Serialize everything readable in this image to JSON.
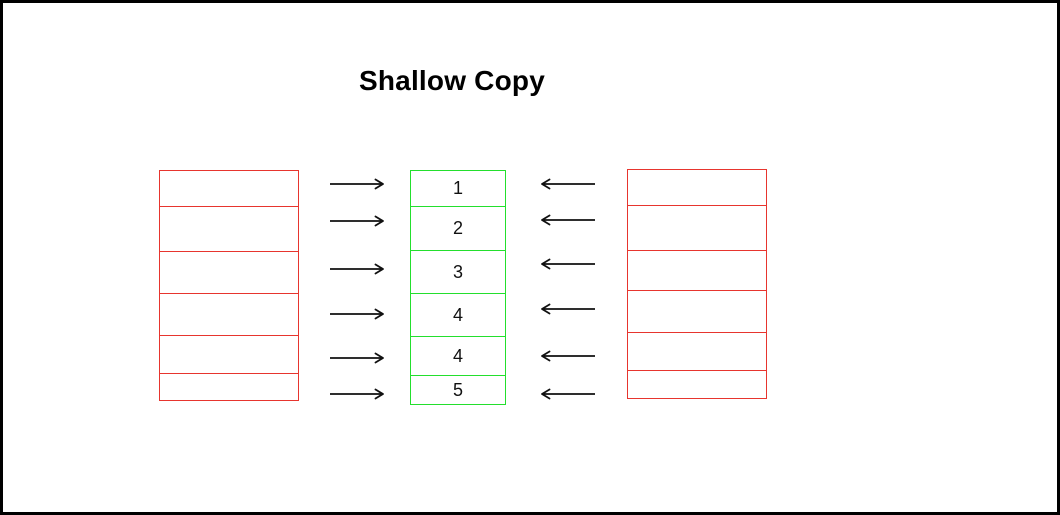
{
  "title": "Shallow Copy",
  "colors": {
    "list_red": "#e7352e",
    "list_green": "#23df2d",
    "arrow": "#111111",
    "frame": "#000000"
  },
  "tables": {
    "left": {
      "rows": [
        "",
        "",
        "",
        "",
        "",
        ""
      ]
    },
    "middle": {
      "rows": [
        "1",
        "2",
        "3",
        "4",
        "4",
        "5"
      ]
    },
    "right": {
      "rows": [
        "",
        "",
        "",
        "",
        "",
        ""
      ]
    }
  }
}
